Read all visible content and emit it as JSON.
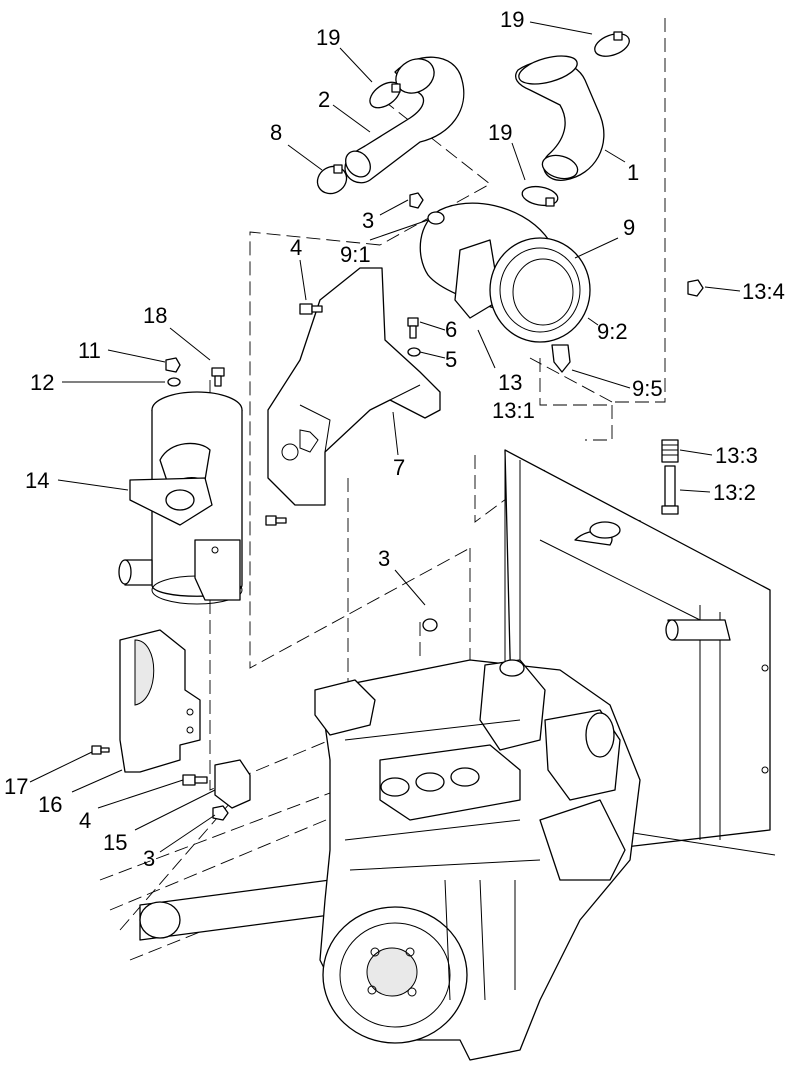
{
  "callouts": [
    {
      "id": "c-19a",
      "text": "19"
    },
    {
      "id": "c-19b",
      "text": "19"
    },
    {
      "id": "c-19c",
      "text": "19"
    },
    {
      "id": "c-2",
      "text": "2"
    },
    {
      "id": "c-8",
      "text": "8"
    },
    {
      "id": "c-1",
      "text": "1"
    },
    {
      "id": "c-3a",
      "text": "3"
    },
    {
      "id": "c-9-1",
      "text": "9:1"
    },
    {
      "id": "c-9",
      "text": "9"
    },
    {
      "id": "c-4a",
      "text": "4"
    },
    {
      "id": "c-13-4",
      "text": "13:4"
    },
    {
      "id": "c-18",
      "text": "18"
    },
    {
      "id": "c-11",
      "text": "11"
    },
    {
      "id": "c-12",
      "text": "12"
    },
    {
      "id": "c-6",
      "text": "6"
    },
    {
      "id": "c-9-2",
      "text": "9:2"
    },
    {
      "id": "c-5",
      "text": "5"
    },
    {
      "id": "c-13",
      "text": "13"
    },
    {
      "id": "c-9-5",
      "text": "9:5"
    },
    {
      "id": "c-13-1",
      "text": "13:1"
    },
    {
      "id": "c-13-3",
      "text": "13:3"
    },
    {
      "id": "c-7",
      "text": "7"
    },
    {
      "id": "c-14",
      "text": "14"
    },
    {
      "id": "c-13-2",
      "text": "13:2"
    },
    {
      "id": "c-3b",
      "text": "3"
    },
    {
      "id": "c-17",
      "text": "17"
    },
    {
      "id": "c-16",
      "text": "16"
    },
    {
      "id": "c-4b",
      "text": "4"
    },
    {
      "id": "c-15",
      "text": "15"
    },
    {
      "id": "c-3c",
      "text": "3"
    }
  ],
  "icons": {
    "hose-clamp": "hose-clamp-icon",
    "air-cleaner": "air-cleaner-icon",
    "muffler": "muffler-icon",
    "radiator": "radiator-icon",
    "engine": "engine-icon"
  }
}
